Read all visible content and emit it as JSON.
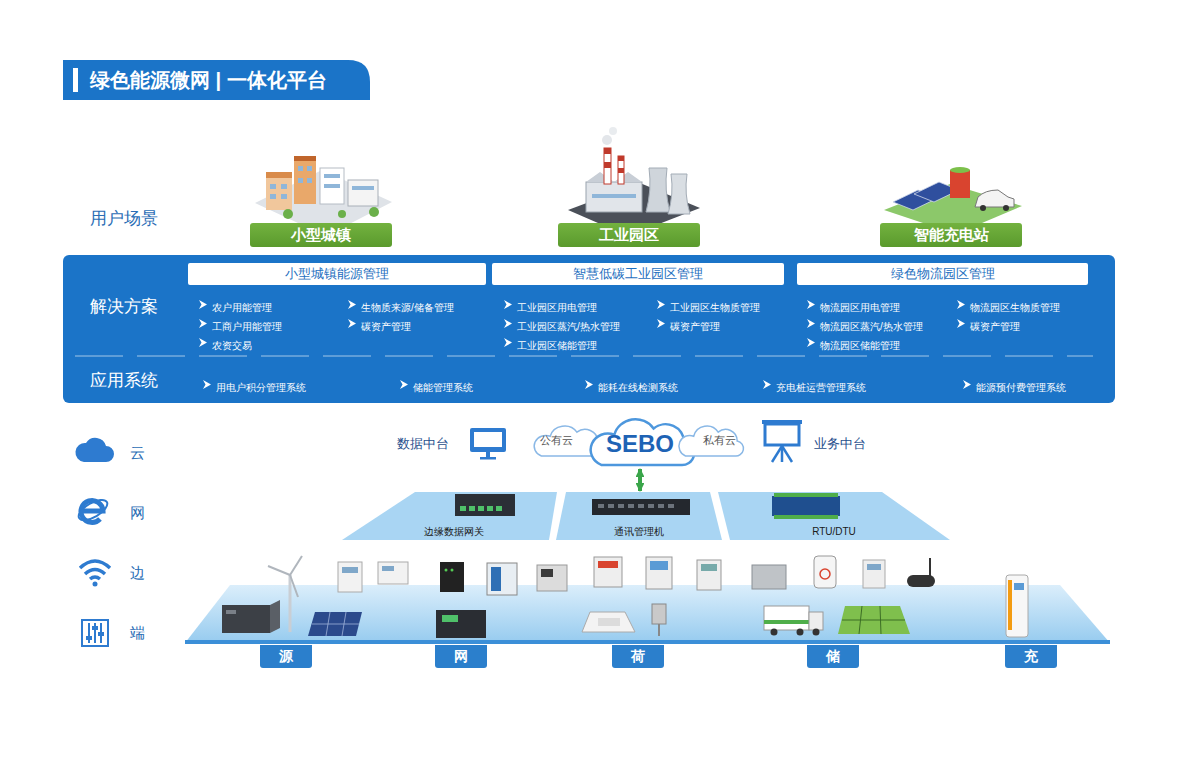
{
  "diagram": {
    "title": "绿色能源微网 | 一体化平台",
    "nodes": [
      {
        "text": [
          "小型城镇"
        ]
      },
      {
        "text": [
          "工业园区"
        ]
      },
      {
        "text": [
          "智能充电站"
        ]
      },
      {
        "text": [
          "解决方案",
          "应用系统"
        ]
      },
      {
        "text": [
          "小型城镇能源管理"
        ],
        "in": 3
      },
      {
        "text": [
          "智慧低碳工业园区管理"
        ],
        "in": 3
      },
      {
        "text": [
          "绿色物流园区管理"
        ],
        "in": 3
      },
      {
        "text": [
          "公有云"
        ]
      },
      {
        "text": [
          "SEBO"
        ]
      },
      {
        "text": [
          "私有云"
        ]
      },
      {
        "text": [
          "边缘数据网关"
        ]
      },
      {
        "text": [
          "通讯管理机"
        ]
      },
      {
        "text": [
          "RTU/DTU"
        ]
      },
      {
        "text": [
          "源"
        ]
      },
      {
        "text": [
          "网"
        ]
      },
      {
        "text": [
          "荷"
        ]
      },
      {
        "text": [
          "储"
        ]
      },
      {
        "text": [
          "充"
        ]
      }
    ],
    "edges": [
      {
        "from": 8,
        "to": 11,
        "arrow": "both"
      }
    ],
    "labels": [
      "用户场景",
      "农户用能管理",
      "生物质来源/储备管理",
      "工商户用能管理",
      "碳资产管理",
      "农资交易",
      "工业园区用电管理",
      "工业园区生物质管理",
      "工业园区蒸汽/热水管理",
      "碳资产管理",
      "工业园区储能管理",
      "物流园区用电管理",
      "物流园区生物质管理",
      "物流园区蒸汽/热水管理",
      "碳资产管理",
      "物流园区储能管理",
      "用电户积分管理系统",
      "储能管理系统",
      "能耗在线检测系统",
      "充电桩运营管理系统",
      "能源预付费管理系统",
      "云",
      "数据中台",
      "业务中台",
      "网",
      "边",
      "端"
    ]
  }
}
